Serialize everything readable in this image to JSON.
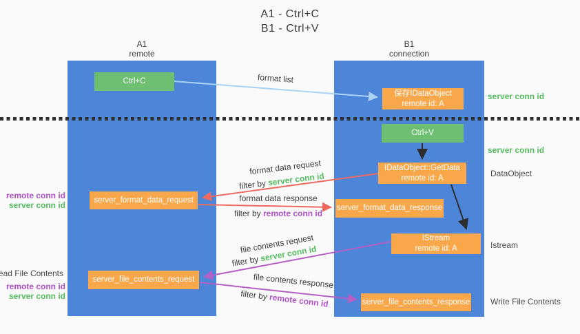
{
  "title": {
    "line1": "A1 - Ctrl+C",
    "line2": "B1 - Ctrl+V"
  },
  "lifelines": {
    "left": {
      "name": "A1",
      "role": "remote"
    },
    "right": {
      "name": "B1",
      "role": "connection"
    }
  },
  "nodes": {
    "ctrl_c": {
      "label": "Ctrl+C"
    },
    "save_idataobject": {
      "line1": "保存IDataObject",
      "line2": "remote id: A"
    },
    "ctrl_v": {
      "label": "Ctrl+V"
    },
    "getdata": {
      "line1": "IDataObject::GetData",
      "line2": "remote id: A"
    },
    "format_request": {
      "label": "server_format_data_request"
    },
    "format_response": {
      "label": "server_format_data_response"
    },
    "istream": {
      "line1": "IStream",
      "line2": "remote id: A"
    },
    "file_request": {
      "label": "server_file_contents_request"
    },
    "file_response": {
      "label": "server_file_contents_response"
    }
  },
  "flows": {
    "format_list": {
      "label": "format list"
    },
    "format_data_request": {
      "label": "format data request",
      "filter_prefix": "filter by",
      "filter_key": "server conn id"
    },
    "format_data_response": {
      "label": "format data response",
      "filter_prefix": "filter by",
      "filter_key": "remote conn id"
    },
    "file_contents_request": {
      "label": "file contents request",
      "filter_prefix": "filter by",
      "filter_key": "server conn id"
    },
    "file_contents_response": {
      "label": "file contents response",
      "filter_prefix": "filter by",
      "filter_key": "remote conn id"
    }
  },
  "annotations": {
    "right": {
      "server_conn_top": "server conn id",
      "server_conn_mid": "server conn id",
      "dataobject": "DataObject",
      "istream": "Istream",
      "write_file": "Write File Contents"
    },
    "left": {
      "remote_conn_top": "remote conn id",
      "server_conn_top": "server conn id",
      "read_file": "Read File Contents",
      "remote_conn_bottom": "remote conn id",
      "server_conn_bottom": "server conn id"
    }
  },
  "colors": {
    "background": "#fafafa",
    "column_blue": "#4d86d8",
    "node_green": "#6ebf72",
    "node_orange": "#f8a84b",
    "arrow_lightblue": "#a9d2f2",
    "arrow_red": "#ee6a5e",
    "arrow_purple": "#b55fc4",
    "arrow_black": "#2d2d2d",
    "text_green": "#53bd5f",
    "text_purple": "#b050c8",
    "text_dark": "#3d3d3d"
  }
}
